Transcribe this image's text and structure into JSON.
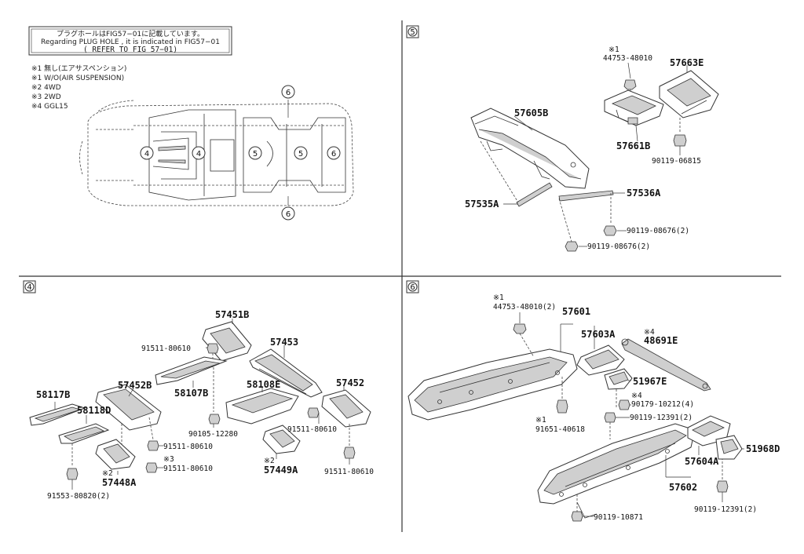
{
  "header_note": {
    "line1": "プラグホールはFIG57−01に記載しています。",
    "line2": "Regarding PLUG HOLE , it is indicated in FIG57−01",
    "line3": "( REFER TO FIG 57−01)"
  },
  "legend": [
    "※1 無し(エアサスペンション)",
    "※1 W/O(AIR SUSPENSION)",
    "※2 4WD",
    "※3 2WD",
    "※4 GGL15"
  ],
  "overview": {
    "section_labels": [
      "4",
      "4",
      "5",
      "5",
      "6",
      "6",
      "6"
    ]
  },
  "section5": {
    "badge": "5",
    "parts": {
      "p57605B": "57605B",
      "p57535A": "57535A",
      "p57536A": "57536A",
      "p57663E": "57663E",
      "p57661B": "57661B",
      "ref1": "※1",
      "p44753": "44753-48010",
      "p90119_06815": "90119-06815",
      "p90119_08676a": "90119-08676(2)",
      "p90119_08676b": "90119-08676(2)"
    }
  },
  "section4": {
    "badge": "4",
    "parts": {
      "p57451B": "57451B",
      "p91511_a": "91511-80610",
      "p57453": "57453",
      "p58107B": "58107B",
      "p57452B": "57452B",
      "p58117B": "58117B",
      "p58118D": "58118D",
      "p58108E": "58108E",
      "p57452": "57452",
      "p90105": "90105-12280",
      "p91511_b": "91511-80610",
      "p91511_c": "91511-80610",
      "ref3": "※3",
      "p91511_d": "91511-80610",
      "ref2a": "※2",
      "p57448A": "57448A",
      "ref2b": "※2",
      "p57449A": "57449A",
      "p91511_e": "91511-80610",
      "p91553": "91553-80820(2)"
    }
  },
  "section6": {
    "badge": "6",
    "parts": {
      "ref1a": "※1",
      "p44753": "44753-48010(2)",
      "p57601": "57601",
      "p57603A": "57603A",
      "ref4a": "※4",
      "p48691E": "48691E",
      "p51967E": "51967E",
      "ref4b": "※4",
      "p90179": "90179-10212(4)",
      "p90119_12391a": "90119-12391(2)",
      "ref1b": "※1",
      "p91651": "91651-40618",
      "p57604A": "57604A",
      "p51968D": "51968D",
      "p57602": "57602",
      "p90119_12391b": "90119-12391(2)",
      "p90119_10871": "90119-10871"
    }
  }
}
